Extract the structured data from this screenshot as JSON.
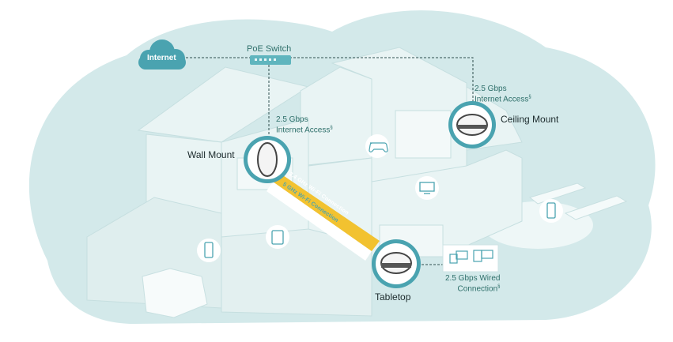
{
  "cloud": {
    "label": "Internet"
  },
  "switch": {
    "label": "PoE Switch"
  },
  "wall_mount": {
    "name": "Wall Mount",
    "speed_line1": "2.5 Gbps",
    "speed_line2": "Internet Access",
    "footnote": "§"
  },
  "ceiling_mount": {
    "name": "Ceiling Mount",
    "speed_line1": "2.5 Gbps",
    "speed_line2": "Internet Access",
    "footnote": "§"
  },
  "tabletop": {
    "name": "Tabletop",
    "wired_line1": "2.5 Gbps Wired",
    "wired_line2": "Connection",
    "footnote": "§"
  },
  "wifi_links": {
    "band_24": "2.4 GHz Wi-Fi Connection",
    "band_5": "5 GHz Wi-Fi Connection"
  },
  "colors": {
    "background_blob": "#d3e9ea",
    "house": "#e6f3f3",
    "link_24": "#f2c230",
    "link_5": "#ffffff",
    "teal_text": "#2e6f6a",
    "cloud": "#4aa3b0"
  },
  "icons": [
    "cloud-icon",
    "switch-icon",
    "gamepad-icon",
    "tv-icon",
    "tablet-icon",
    "phone-icon",
    "desktop-icon",
    "monitor-icon",
    "car-icon",
    "sunbed-icon"
  ]
}
